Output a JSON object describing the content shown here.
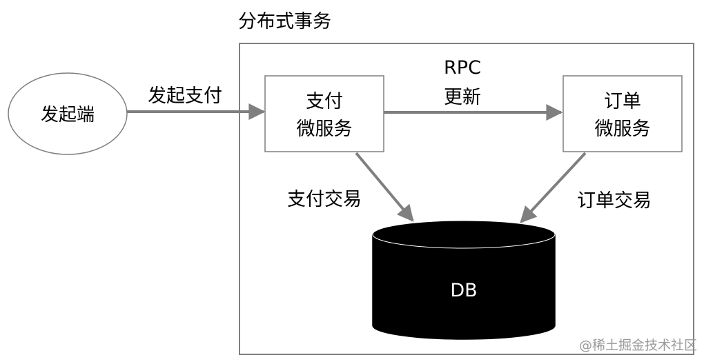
{
  "container": {
    "title": "分布式事务"
  },
  "client": {
    "label": "发起端"
  },
  "edges": {
    "initiate": "发起支付",
    "rpc_line1": "RPC",
    "rpc_line2": "更新",
    "payment_tx": "支付交易",
    "order_tx": "订单交易"
  },
  "services": {
    "payment": {
      "line1": "支付",
      "line2": "微服务"
    },
    "order": {
      "line1": "订单",
      "line2": "微服务"
    }
  },
  "database": {
    "label": "DB"
  },
  "watermark": "@稀土掘金技术社区",
  "colors": {
    "arrow": "#7f7f7f",
    "border": "#7f7f7f",
    "db_fill": "#000000",
    "db_text": "#ffffff"
  }
}
